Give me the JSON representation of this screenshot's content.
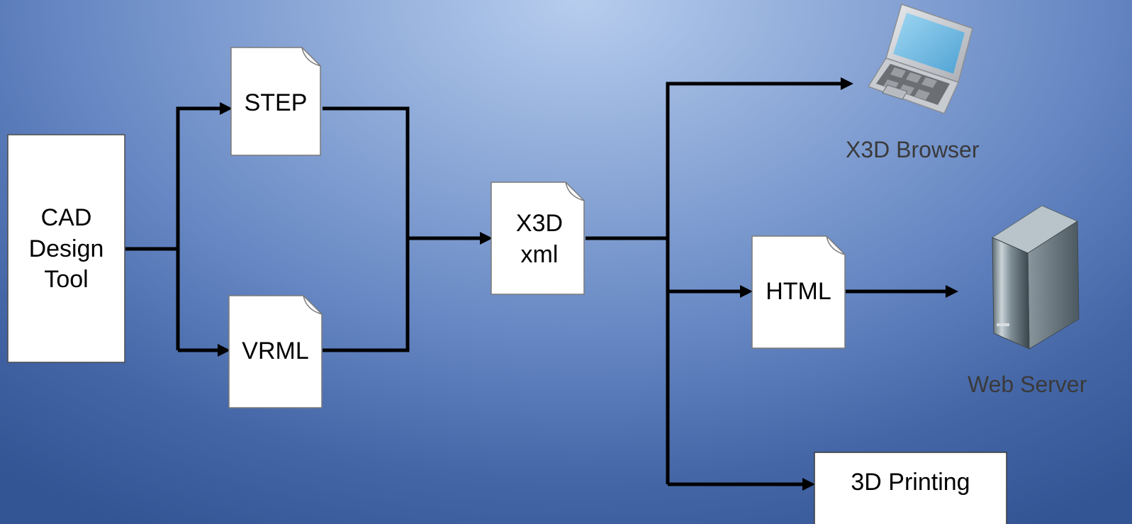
{
  "nodes": {
    "cad": "CAD\nDesign\nTool",
    "step": "STEP",
    "vrml": "VRML",
    "x3d": "X3D\nxml",
    "html": "HTML",
    "printing": "3D Printing"
  },
  "captions": {
    "browser": "X3D Browser",
    "server": "Web Server"
  },
  "icons": {
    "laptop": "laptop-icon",
    "server": "server-icon"
  }
}
